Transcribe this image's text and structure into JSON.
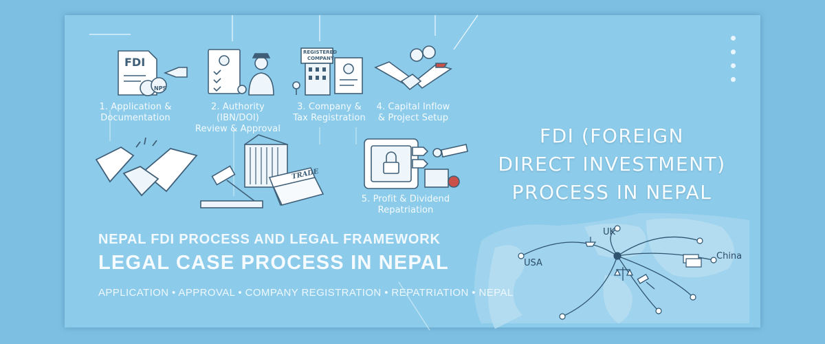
{
  "steps": [
    {
      "line1": "1. Application &",
      "line2": "Documentation"
    },
    {
      "line1": "2. Authority (IBN/DOI)",
      "line2": "Review & Approval"
    },
    {
      "line1": "3. Company &",
      "line2": "Tax Registration"
    },
    {
      "line1": "4. Capital Inflow",
      "line2": "& Project Setup"
    },
    {
      "line1": "5. Profit & Dividend",
      "line2": "Repatriation"
    }
  ],
  "title": {
    "line1": "FDI (FOREIGN",
    "line2": "DIRECT INVESTMENT)",
    "line3": "PROCESS IN NEPAL"
  },
  "subtitle1": "NEPAL FDI PROCESS AND LEGAL FRAMEWORK",
  "subtitle2": "LEGAL CASE PROCESS IN NEPAL",
  "subtitle3": "APPLICATION • APPROVAL • COMPANY REGISTRATION • REPATRIATION • NEPAL",
  "icon_text": {
    "fdi": "FDI",
    "nps": "NPS",
    "registered": "REGISTERED",
    "company": "COMPANY",
    "trade": "TRADE"
  },
  "map_labels": {
    "uk": "UK",
    "usa": "USA",
    "china": "China"
  },
  "colors": {
    "background": "#7cbfe2",
    "panel": "#8ccbe9",
    "line_art": "#3f5f78",
    "text": "#f4fbff"
  }
}
